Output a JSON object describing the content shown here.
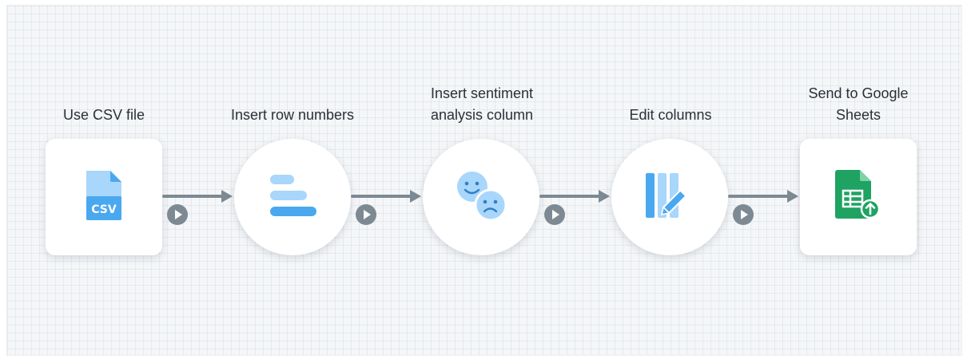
{
  "workflow": {
    "steps": [
      {
        "label": "Use CSV file",
        "icon": "csv-file-icon",
        "shape": "square"
      },
      {
        "label": "Insert row numbers",
        "icon": "row-numbers-icon",
        "shape": "circle"
      },
      {
        "label": "Insert sentiment\nanalysis column",
        "icon": "sentiment-faces-icon",
        "shape": "circle"
      },
      {
        "label": "Edit columns",
        "icon": "edit-columns-icon",
        "shape": "circle"
      },
      {
        "label": "Send to Google\nSheets",
        "icon": "google-sheets-icon",
        "shape": "square"
      }
    ],
    "connectors": [
      "arrow-1",
      "arrow-2",
      "arrow-3",
      "arrow-4"
    ],
    "csv_badge_text": "CSV"
  },
  "colors": {
    "background": "#f4f6f8",
    "connector": "#7d8993",
    "accent_blue": "#4aa8f0",
    "light_blue": "#a9d6fb",
    "sheets_green": "#1ea362"
  }
}
